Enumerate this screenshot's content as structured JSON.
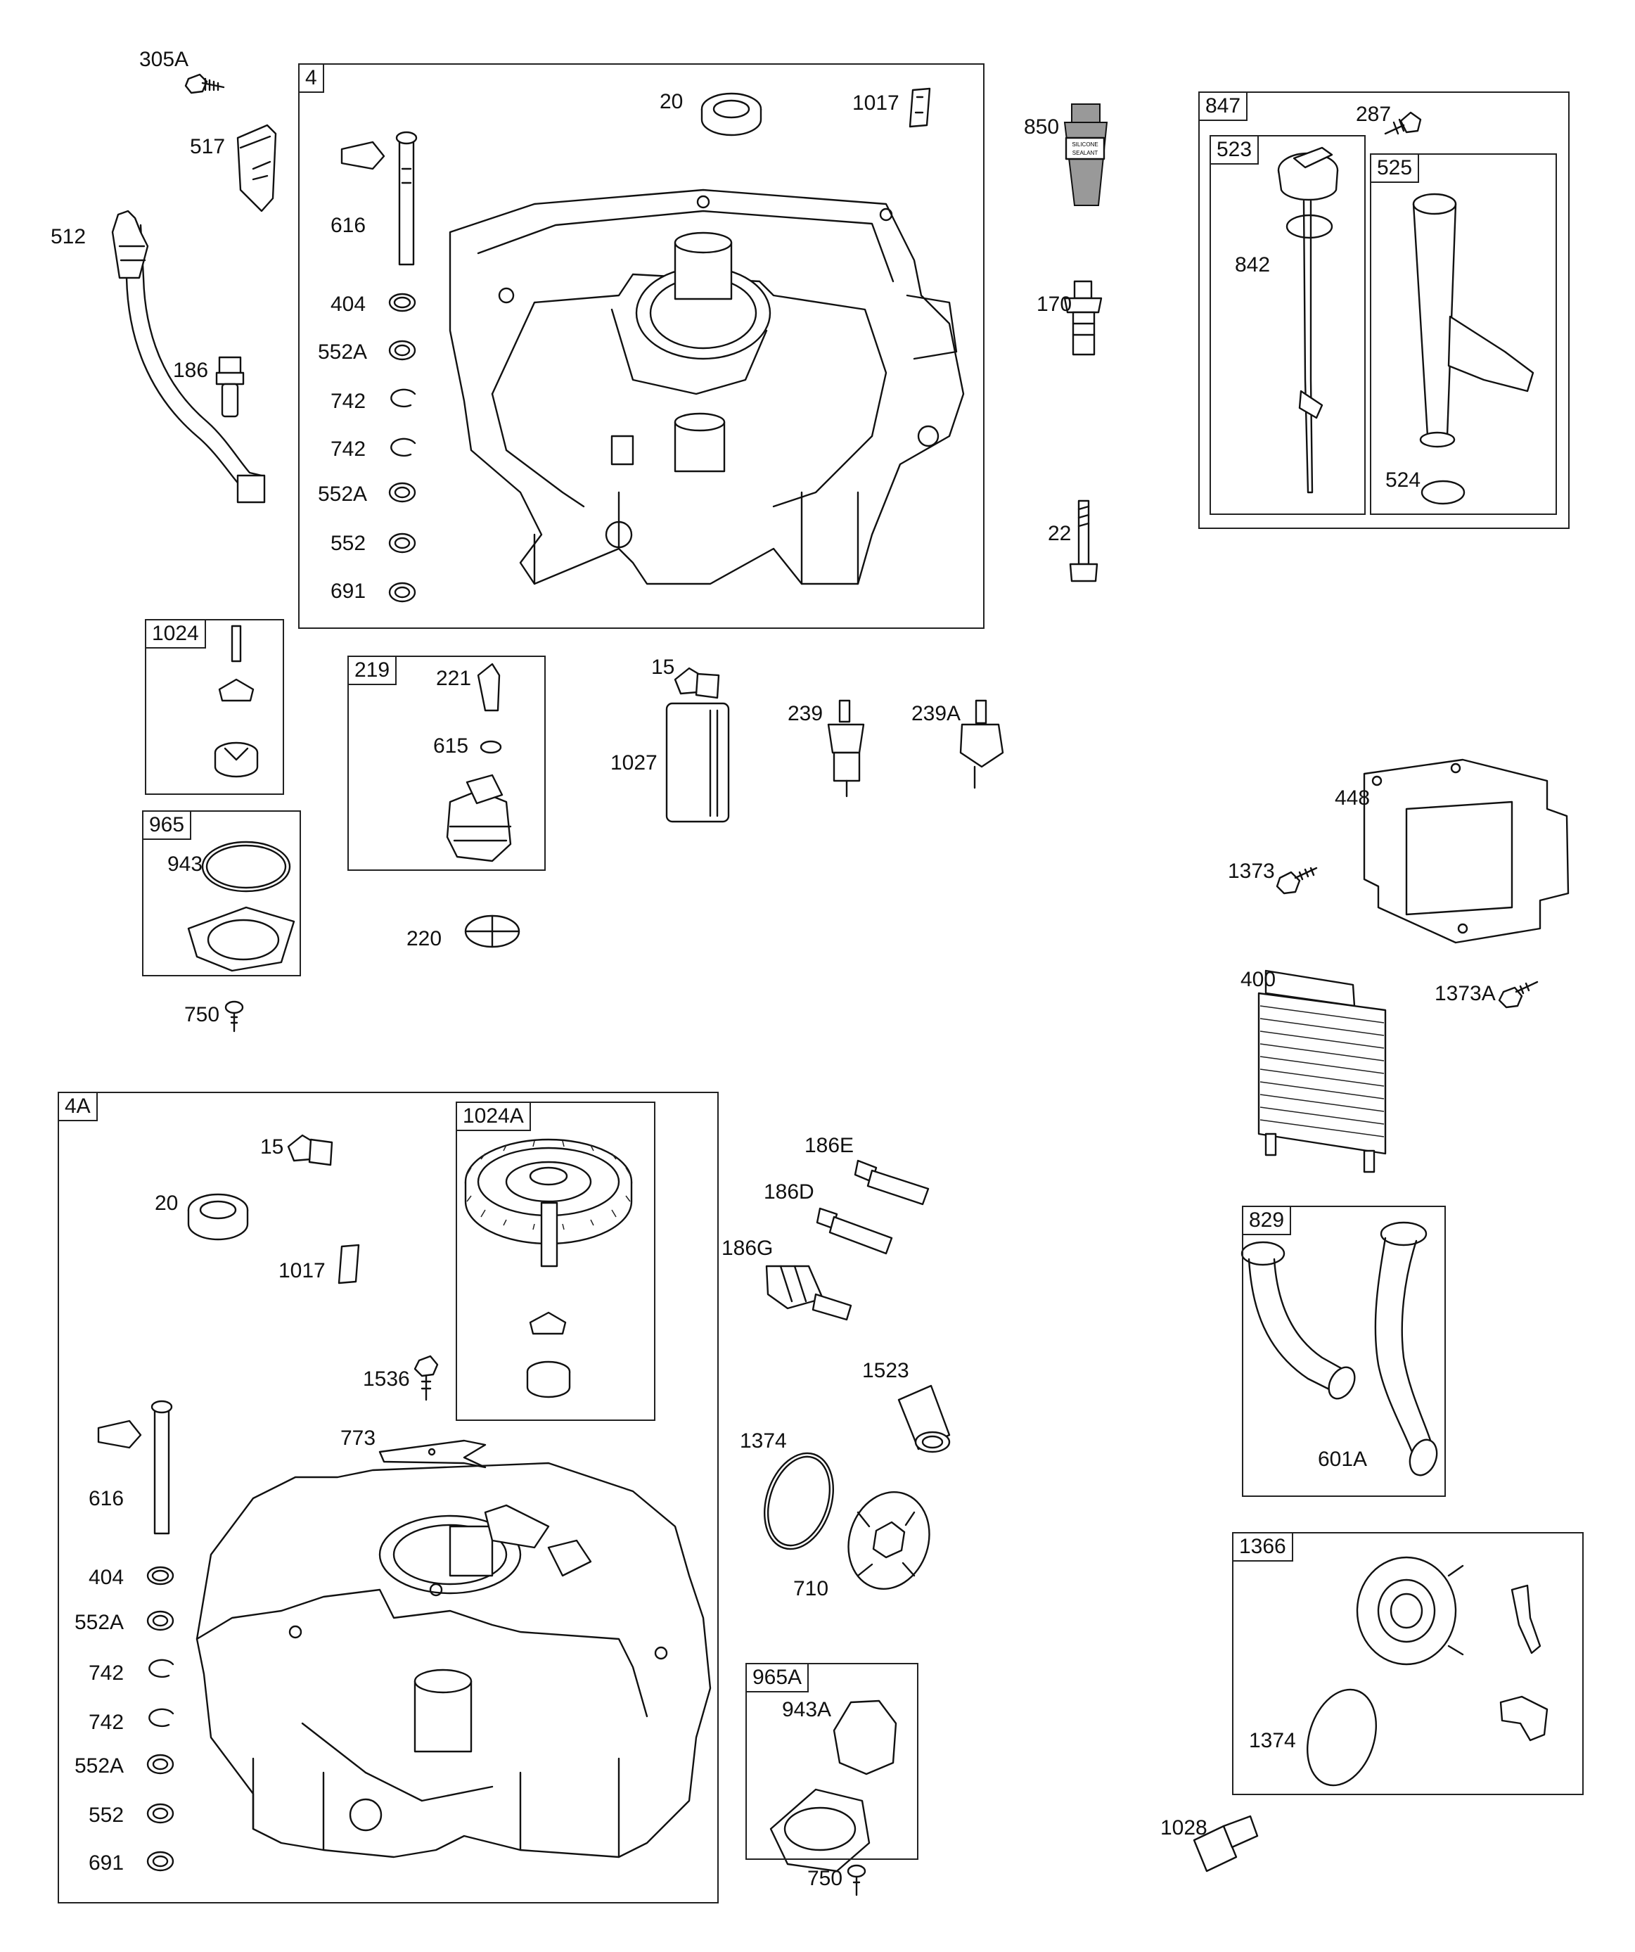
{
  "boxes": {
    "b4": "4",
    "b847": "847",
    "b523": "523",
    "b525": "525",
    "b1024": "1024",
    "b219": "219",
    "b965": "965",
    "b4A": "4A",
    "b1024A": "1024A",
    "b829": "829",
    "b965A": "965A",
    "b1366": "1366"
  },
  "labels": {
    "l305A": "305A",
    "l517": "517",
    "l512": "512",
    "l186": "186",
    "b4_20": "20",
    "b4_1017": "1017",
    "b4_616": "616",
    "b4_404": "404",
    "b4_552A_1": "552A",
    "b4_742_1": "742",
    "b4_742_2": "742",
    "b4_552A_2": "552A",
    "b4_552": "552",
    "b4_691": "691",
    "l850": "850",
    "l170": "170",
    "l22": "22",
    "l287": "287",
    "l842": "842",
    "l524": "524",
    "l221": "221",
    "l615": "615",
    "l15": "15",
    "l1027": "1027",
    "l239": "239",
    "l239A": "239A",
    "l943": "943",
    "l750": "750",
    "l220": "220",
    "l448": "448",
    "l1373": "1373",
    "l400": "400",
    "l1373A": "1373A",
    "a_15": "15",
    "a_20": "20",
    "a_1017": "1017",
    "a_1536": "1536",
    "a_773": "773",
    "a_616": "616",
    "a_404": "404",
    "a_552A_1": "552A",
    "a_742_1": "742",
    "a_742_2": "742",
    "a_552A_2": "552A",
    "a_552": "552",
    "a_691": "691",
    "l186E": "186E",
    "l186D": "186D",
    "l186G": "186G",
    "l1523": "1523",
    "l1374": "1374",
    "l710": "710",
    "l943A": "943A",
    "l750b": "750",
    "l601A": "601A",
    "l1374b": "1374",
    "l1028": "1028"
  },
  "sealant_text": [
    "SILICONE",
    "SEALANT"
  ]
}
